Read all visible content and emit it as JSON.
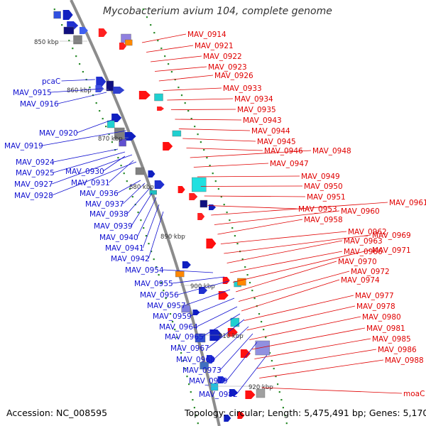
{
  "title": "Mycobacterium avium 104, complete genome",
  "accession_text": "Accession: NC_008595",
  "topology_text": "Topology: circular; Length: 5,475,491 bp; Genes: 5,170",
  "colors": {
    "backbone": "#8c8c8c",
    "left_label": "#1010d0",
    "right_label": "#e00000",
    "dots": "#2a8a2a",
    "kbp_text": "#333333"
  },
  "kbp_marks": [
    "850 kbp",
    "860 kbp",
    "870 kbp",
    "880 kbp",
    "890 kbp",
    "900 kbp",
    "910 kbp",
    "920 kbp"
  ],
  "left_genes": [
    "pcaC",
    "MAV_0915",
    "MAV_0916",
    "MAV_0920",
    "MAV_0919",
    "MAV_0924",
    "MAV_0925",
    "MAV_0930",
    "MAV_0927",
    "MAV_0931",
    "MAV_0928",
    "MAV_0936",
    "MAV_0937",
    "MAV_0938",
    "MAV_0939",
    "MAV_0940",
    "MAV_0941",
    "MAV_0942",
    "MAV_0954",
    "MAV_0955",
    "MAV_0956",
    "MAV_0957",
    "MAV_0959",
    "MAV_0964",
    "MAV_0965",
    "MAV_0967",
    "MAV_0968",
    "MAV_0973",
    "MAV_0979",
    "MAV_0982"
  ],
  "right_genes": [
    "MAV_0914",
    "MAV_0921",
    "MAV_0922",
    "MAV_0923",
    "MAV_0926",
    "MAV_0933",
    "MAV_0934",
    "MAV_0935",
    "MAV_0943",
    "MAV_0944",
    "MAV_0945",
    "MAV_0946",
    "MAV_0948",
    "MAV_0947",
    "MAV_0949",
    "MAV_0950",
    "MAV_0951",
    "MAV_0953",
    "MAV_0961",
    "MAV_0960",
    "MAV_0958",
    "MAV_0962",
    "MAV_0969",
    "MAV_0963",
    "MAV_0966",
    "MAV_0971",
    "MAV_0970",
    "MAV_0972",
    "MAV_0974",
    "MAV_0977",
    "MAV_0978",
    "MAV_0980",
    "MAV_0981",
    "MAV_0985",
    "MAV_0986",
    "MAV_0988",
    "moaC"
  ]
}
